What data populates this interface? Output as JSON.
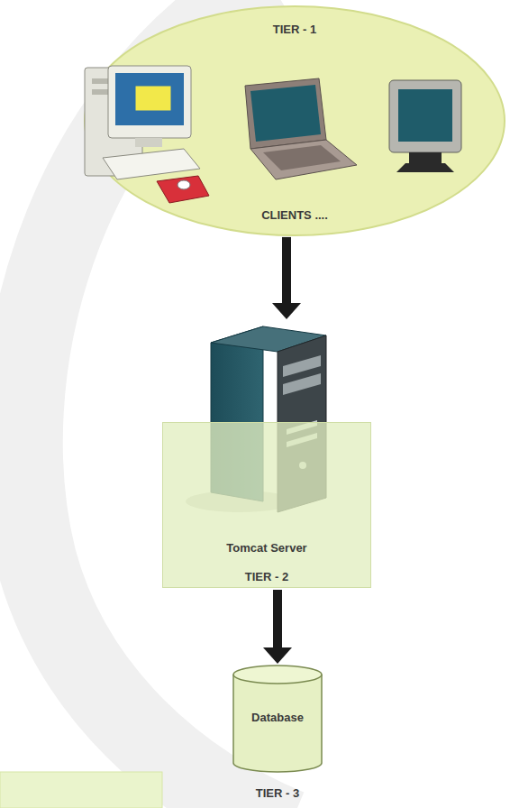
{
  "diagram": {
    "nodes": [
      {
        "text": [
          "TIER - 1",
          "CLIENTS ...."
        ]
      },
      {
        "text": [
          "Tomcat Server",
          "TIER - 2"
        ]
      },
      {
        "text": [
          "Database",
          "TIER - 3"
        ]
      }
    ],
    "edges": [
      {
        "from": 0,
        "to": 1,
        "arrow": "to"
      },
      {
        "from": 1,
        "to": 2,
        "arrow": "to"
      }
    ]
  }
}
